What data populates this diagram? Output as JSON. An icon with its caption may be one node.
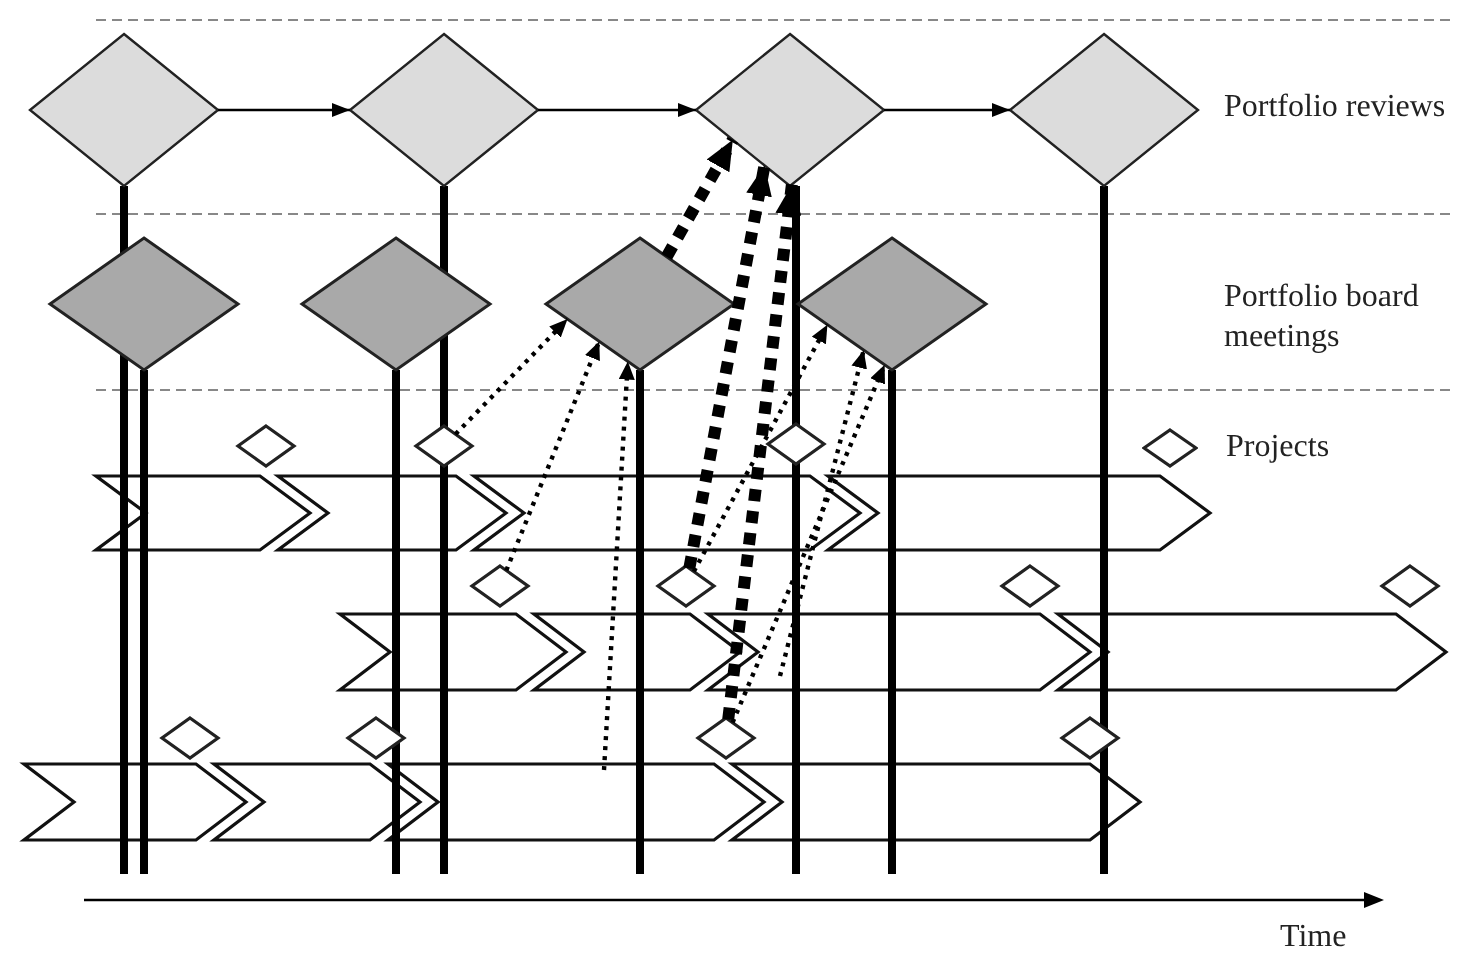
{
  "diagram": {
    "nodes": [
      {
        "text": [],
        "shape": "diamond"
      },
      {
        "text": [],
        "shape": "diamond"
      },
      {
        "text": [],
        "shape": "diamond"
      },
      {
        "text": [],
        "shape": "diamond"
      },
      {
        "text": [],
        "shape": "diamond"
      },
      {
        "text": [],
        "shape": "diamond"
      },
      {
        "text": [],
        "shape": "diamond"
      },
      {
        "text": [],
        "shape": "diamond"
      },
      {
        "text": [],
        "shape": "diamond"
      },
      {
        "text": [],
        "shape": "diamond"
      },
      {
        "text": [],
        "shape": "diamond"
      },
      {
        "text": [],
        "shape": "diamond"
      },
      {
        "text": [],
        "shape": "diamond"
      },
      {
        "text": [],
        "shape": "diamond"
      },
      {
        "text": [],
        "shape": "diamond"
      },
      {
        "text": [],
        "shape": "diamond"
      },
      {
        "text": [],
        "shape": "diamond"
      },
      {
        "text": [],
        "shape": "diamond"
      },
      {
        "text": [],
        "shape": "diamond"
      }
    ],
    "edges": [
      {
        "from": 0,
        "to": 1,
        "arrow": "to"
      },
      {
        "from": 1,
        "to": 2,
        "arrow": "to"
      },
      {
        "from": 2,
        "to": 3,
        "arrow": "to"
      },
      {
        "from": 6,
        "to": 2,
        "arrow": "to",
        "style": "dashed"
      },
      {
        "from": 12,
        "to": 2,
        "arrow": "to",
        "style": "dashed"
      },
      {
        "from": 17,
        "to": 2,
        "arrow": "to",
        "style": "dashed"
      },
      {
        "from": 9,
        "to": 6,
        "arrow": "to",
        "style": "dashed"
      },
      {
        "from": 11,
        "to": 6,
        "arrow": "to",
        "style": "dashed"
      },
      {
        "from": null,
        "to": 6,
        "arrow": "to",
        "style": "dashed"
      },
      {
        "from": 12,
        "to": 7,
        "arrow": "to",
        "style": "dashed"
      },
      {
        "from": null,
        "to": 7,
        "arrow": "to",
        "style": "dashed"
      },
      {
        "from": 17,
        "to": 7,
        "arrow": "to",
        "style": "dashed"
      }
    ],
    "labels": [
      "Portfolio reviews",
      "Portfolio board meetings",
      "Time"
    ],
    "legend": [
      {
        "text": "Projects"
      }
    ]
  }
}
